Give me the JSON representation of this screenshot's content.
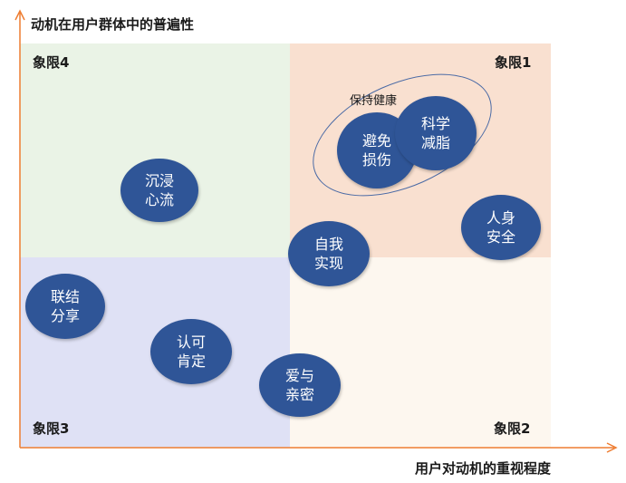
{
  "axes": {
    "y_title": "动机在用户群体中的普遍性",
    "x_title": "用户对动机的重视程度"
  },
  "quadrants": {
    "q1": "象限1",
    "q2": "象限2",
    "q3": "象限3",
    "q4": "象限4"
  },
  "group": {
    "label": "保持健康"
  },
  "bubbles": {
    "avoid_injury": "避免\n损伤",
    "science_fat": "科学\n减脂",
    "flow": "沉浸\n心流",
    "safety": "人身\n安全",
    "self_actual": "自我\n实现",
    "connect_share": "联结\n分享",
    "recognition": "认可\n肯定",
    "love": "爱与\n亲密"
  },
  "colors": {
    "bubble": "#2f5597",
    "axis": "#ee7d31",
    "q1": "#f9e0d0",
    "q2": "#fdf7ef",
    "q3": "#dfe1f5",
    "q4": "#eaf3e6"
  }
}
